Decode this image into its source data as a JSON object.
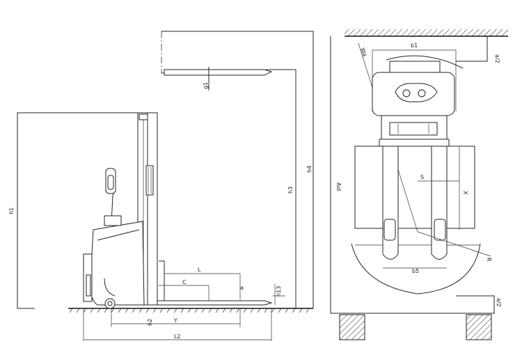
{
  "colors": {
    "line": "#222222",
    "background": "#ffffff"
  },
  "labels": {
    "h1": "h1",
    "h3": "h3",
    "h4": "h4",
    "h13": "h13",
    "h2": "h2",
    "g1": "g1",
    "L": "L",
    "C": "C",
    "Y": "Y",
    "L2": "L2",
    "a": "a",
    "b1": "b1",
    "b5": "b5",
    "a2_top": "a/2",
    "a2_bot": "a/2",
    "Ast": "Ast",
    "Wa": "Wa",
    "S": "S",
    "X": "X",
    "R": "R"
  }
}
